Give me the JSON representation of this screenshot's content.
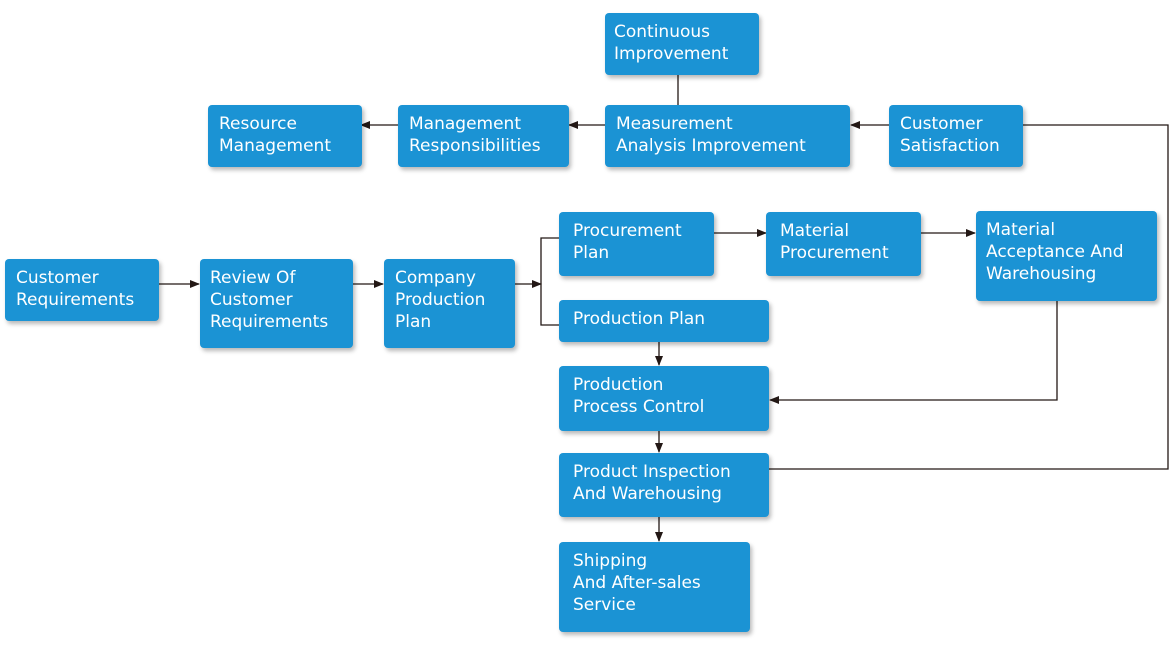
{
  "nodes": {
    "continuous_improvement": "Continuous\nImprovement",
    "resource_management": "Resource\nManagement",
    "management_responsibilities": "Management\nResponsibilities",
    "measurement_analysis_improvement": "Measurement\nAnalysis Improvement",
    "customer_satisfaction": "Customer\nSatisfaction",
    "customer_requirements": "Customer\nRequirements",
    "review_of_customer_requirements": "Review Of\nCustomer\nRequirements",
    "company_production_plan": "Company\nProduction\nPlan",
    "procurement_plan": "Procurement\nPlan",
    "material_procurement": "Material\nProcurement",
    "material_acceptance_and_warehousing": "Material\nAcceptance And\nWarehousing",
    "production_plan": "Production Plan",
    "production_process_control": "Production\nProcess Control",
    "product_inspection_and_warehousing": "Product Inspection\nAnd Warehousing",
    "shipping_and_after_sales_service": "Shipping\nAnd After-sales\nService"
  },
  "colors": {
    "box_fill": "#1b93d4",
    "box_text": "#ffffff",
    "connector": "#231815"
  }
}
